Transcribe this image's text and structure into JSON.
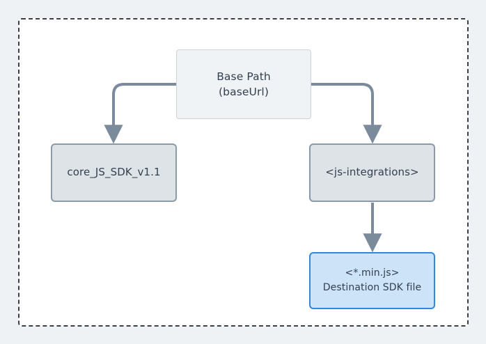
{
  "diagram": {
    "background_color": "#eef2f5",
    "container": {
      "name": "dashed-boundary",
      "border_style": "dashed",
      "border_color": "#39404d",
      "fill_color": "#ffffff"
    },
    "nodes": [
      {
        "id": "base-path",
        "line1": "Base Path",
        "line2": "(baseUrl)",
        "fill": "#eff3f6",
        "stroke": "#c9d3dd"
      },
      {
        "id": "core-js-sdk",
        "line1": "core_JS_SDK_v1.1",
        "line2": "",
        "fill": "#dee3e7",
        "stroke": "#8b9aa9"
      },
      {
        "id": "js-integrations",
        "line1": "<js-integrations>",
        "line2": "",
        "fill": "#dee3e7",
        "stroke": "#8b9aa9"
      },
      {
        "id": "destination-sdk-file",
        "line1": "<*.min.js>",
        "line2": "Destination SDK file",
        "fill": "#cde3f8",
        "stroke": "#2f88dd"
      }
    ],
    "edges": [
      {
        "id": "edge-base-to-core",
        "from": "base-path",
        "to": "core-js-sdk",
        "color": "#7b8b9b",
        "label": ""
      },
      {
        "id": "edge-base-to-jsint",
        "from": "base-path",
        "to": "js-integrations",
        "color": "#7b8b9b",
        "label": ""
      },
      {
        "id": "edge-jsint-to-dest",
        "from": "js-integrations",
        "to": "destination-sdk-file",
        "color": "#7b8b9b",
        "label": ""
      }
    ]
  }
}
